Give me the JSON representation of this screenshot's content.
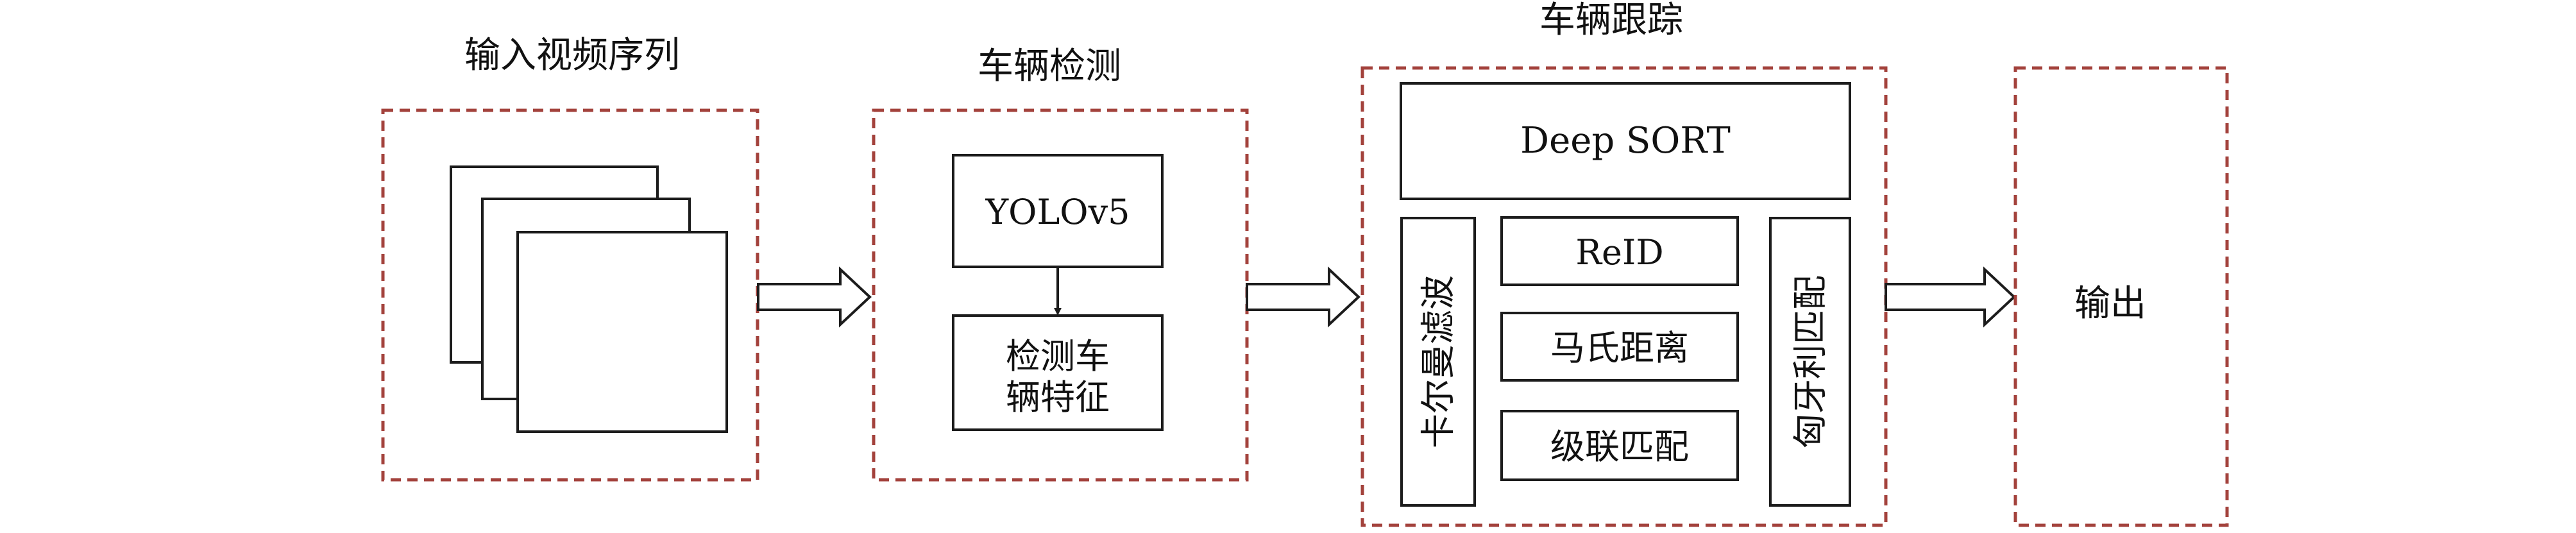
{
  "colors": {
    "dashed_border": "#a3423c",
    "solid_border": "#1c1c1c",
    "text": "#111111",
    "background": "#ffffff"
  },
  "stages": {
    "input": {
      "title": "输入视频序列",
      "icon": "stacked-video-frames-icon"
    },
    "detection": {
      "title": "车辆检测",
      "model": "YOLOv5",
      "feature_line1": "检测车",
      "feature_line2": "辆特征"
    },
    "tracking": {
      "title": "车辆跟踪",
      "algorithm": "Deep SORT",
      "kalman": "卡尔曼滤波",
      "reid": "ReID",
      "mahalanobis": "马氏距离",
      "cascade": "级联匹配",
      "hungarian": "匈牙利匹配"
    },
    "output": {
      "label": "输出"
    }
  }
}
